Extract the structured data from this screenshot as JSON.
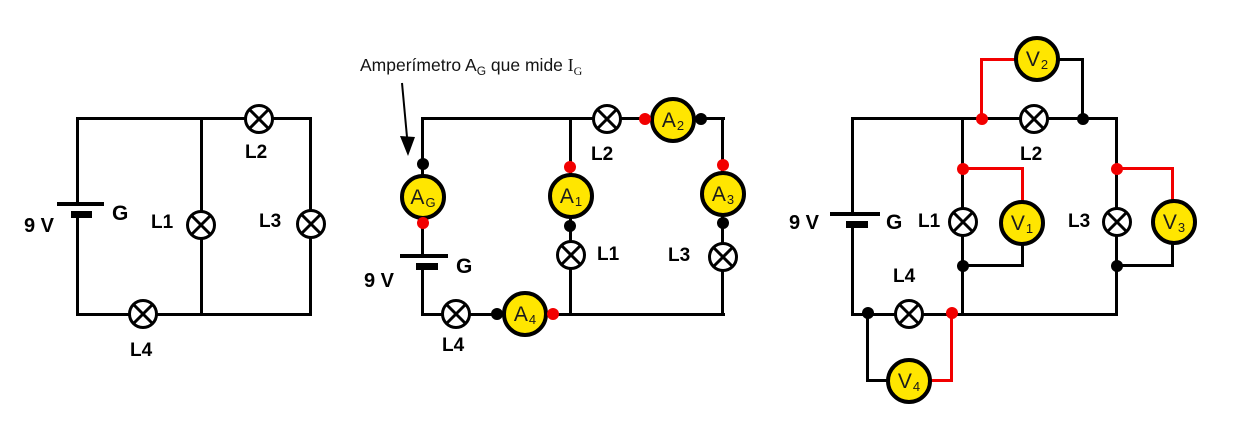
{
  "colors": {
    "background": "#ffffff",
    "wire": "#000000",
    "meter_fill": "#ffe600",
    "probe_red": "#f20000"
  },
  "annotation": {
    "pre": "Amperímetro A",
    "pre_sub": "G",
    "mid": " que mide ",
    "current_symbol": "I",
    "current_sub": "G"
  },
  "circuit1": {
    "voltage": "9 V",
    "generator": "G",
    "lamps": {
      "l1": "L1",
      "l2": "L2",
      "l3": "L3",
      "l4": "L4"
    }
  },
  "circuit2": {
    "voltage": "9 V",
    "generator": "G",
    "lamps": {
      "l1": "L1",
      "l2": "L2",
      "l3": "L3",
      "l4": "L4"
    },
    "meters": {
      "ag": {
        "letter": "A",
        "sub": "G"
      },
      "a1": {
        "letter": "A",
        "sub": "1"
      },
      "a2": {
        "letter": "A",
        "sub": "2"
      },
      "a3": {
        "letter": "A",
        "sub": "3"
      },
      "a4": {
        "letter": "A",
        "sub": "4"
      }
    }
  },
  "circuit3": {
    "voltage": "9 V",
    "generator": "G",
    "lamps": {
      "l1": "L1",
      "l2": "L2",
      "l3": "L3",
      "l4": "L4"
    },
    "meters": {
      "v1": {
        "letter": "V",
        "sub": "1"
      },
      "v2": {
        "letter": "V",
        "sub": "2"
      },
      "v3": {
        "letter": "V",
        "sub": "3"
      },
      "v4": {
        "letter": "V",
        "sub": "4"
      }
    }
  }
}
